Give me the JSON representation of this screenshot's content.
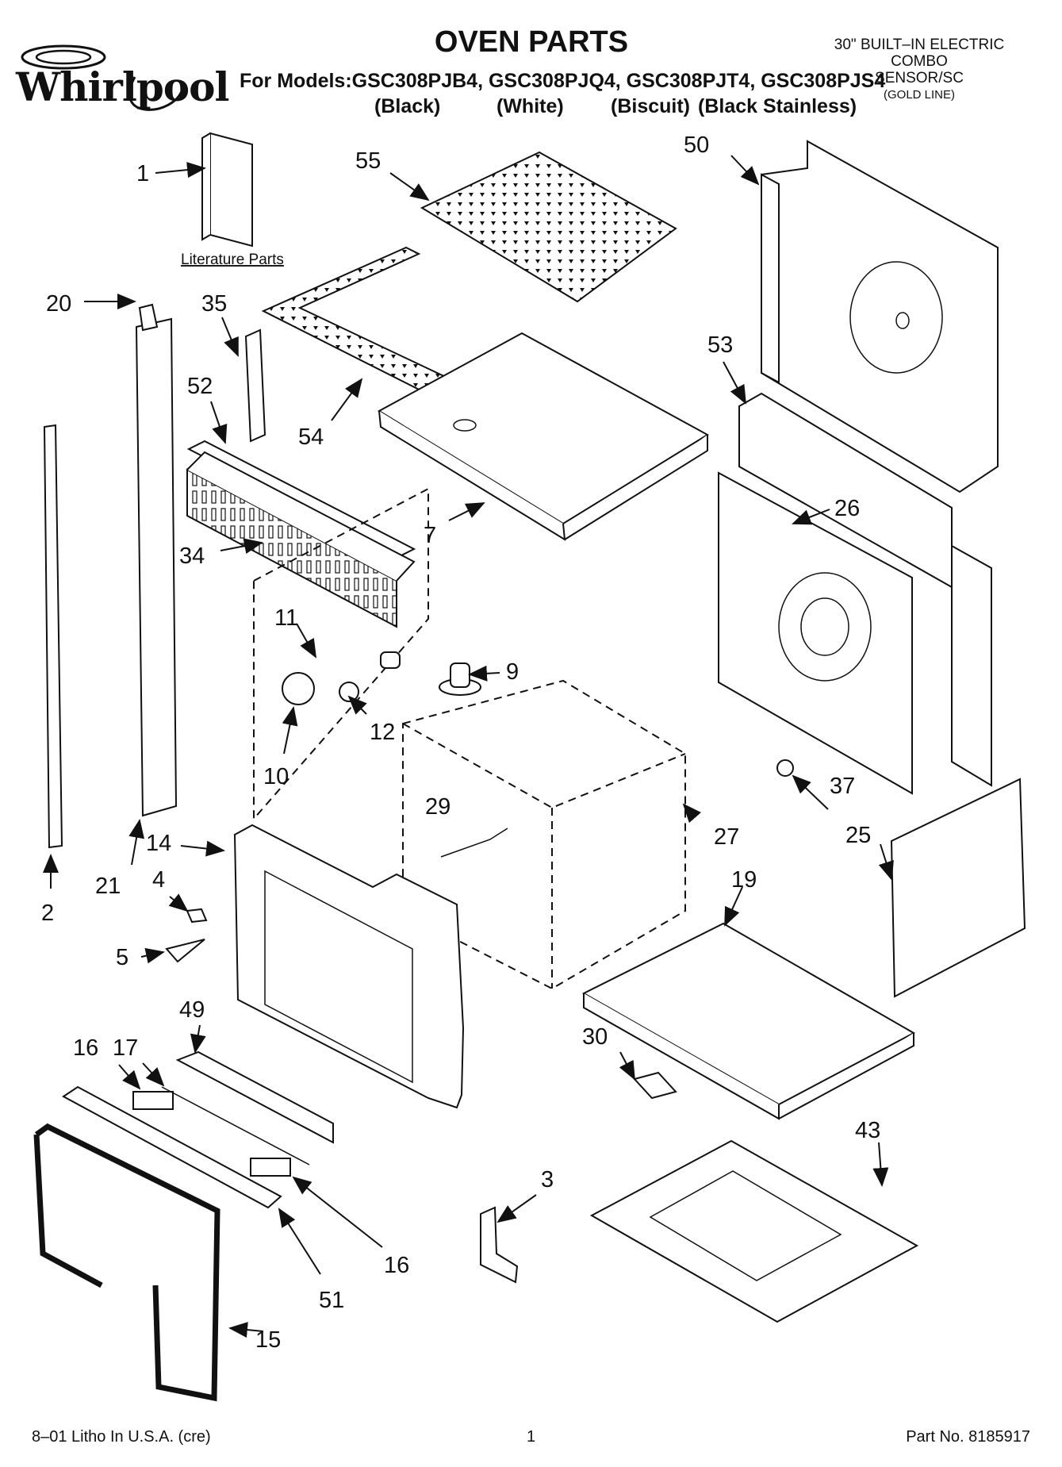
{
  "header": {
    "brand": "Whirlpool",
    "title": "OVEN PARTS",
    "models_line": "For Models:GSC308PJB4, GSC308PJQ4, GSC308PJT4, GSC308PJS4",
    "colors": [
      "(Black)",
      "(White)",
      "(Biscuit)",
      "(Black Stainless)"
    ],
    "spec_lines": [
      "30\" BUILT–IN ELECTRIC",
      "COMBO",
      "SENSOR/SC"
    ],
    "spec_note": "(GOLD LINE)"
  },
  "literature_label": "Literature Parts",
  "callouts": [
    "1",
    "55",
    "50",
    "20",
    "35",
    "53",
    "52",
    "54",
    "7",
    "26",
    "34",
    "11",
    "9",
    "12",
    "10",
    "37",
    "29",
    "27",
    "25",
    "14",
    "4",
    "21",
    "2",
    "19",
    "5",
    "49",
    "30",
    "16",
    "17",
    "43",
    "3",
    "16",
    "51",
    "15"
  ],
  "footer": {
    "left": "8–01 Litho In U.S.A. (cre)",
    "center": "1",
    "right": "Part No. 8185917"
  }
}
